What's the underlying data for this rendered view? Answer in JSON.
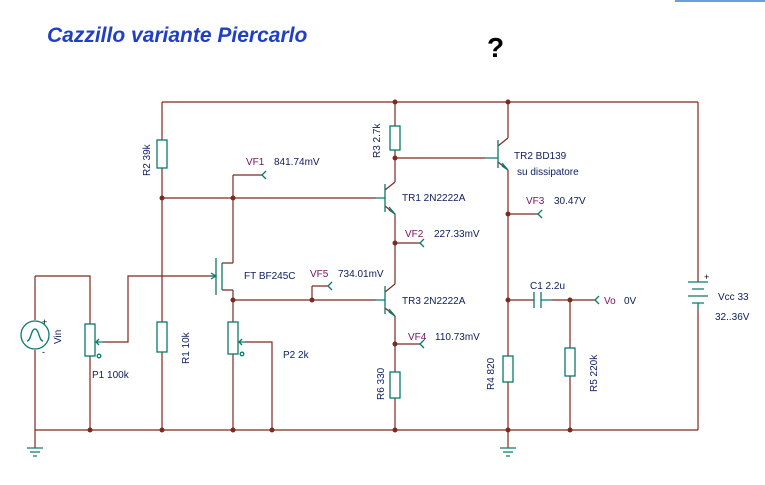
{
  "title": "Cazzillo variante Piercarlo",
  "question_mark": "?",
  "components": {
    "r2": "R2 39k",
    "r3": "R3 2.7k",
    "r1": "R1 10k",
    "r6": "R6 330",
    "r4": "R4 820",
    "r5": "R5 220k",
    "p1": "P1 100k",
    "p2": "P2 2k",
    "ft": "FT BF245C",
    "tr1": "TR1 2N2222A",
    "tr2": "TR2 BD139",
    "tr2_note": "su dissipatore",
    "tr3": "TR3 2N2222A",
    "c1": "C1 2.2u",
    "vcc": "Vcc 33",
    "vcc_range": "32..36V",
    "vin": "Vin",
    "vin_plus": "+",
    "vin_minus": "-",
    "vcc_plus": "+"
  },
  "meters": {
    "vf1": {
      "name": "VF1",
      "value": "841.74mV"
    },
    "vf2": {
      "name": "VF2",
      "value": "227.33mV"
    },
    "vf3": {
      "name": "VF3",
      "value": "30.47V"
    },
    "vf4": {
      "name": "VF4",
      "value": "110.73mV"
    },
    "vf5": {
      "name": "VF5",
      "value": "734.01mV"
    },
    "vo": {
      "name": "Vo",
      "value": "0V"
    }
  },
  "colors": {
    "wire": "#7a2a1e",
    "component": "#0a7a6a",
    "title": "#1f3fc8",
    "meter_name": "#7a1060",
    "label": "#102060"
  }
}
